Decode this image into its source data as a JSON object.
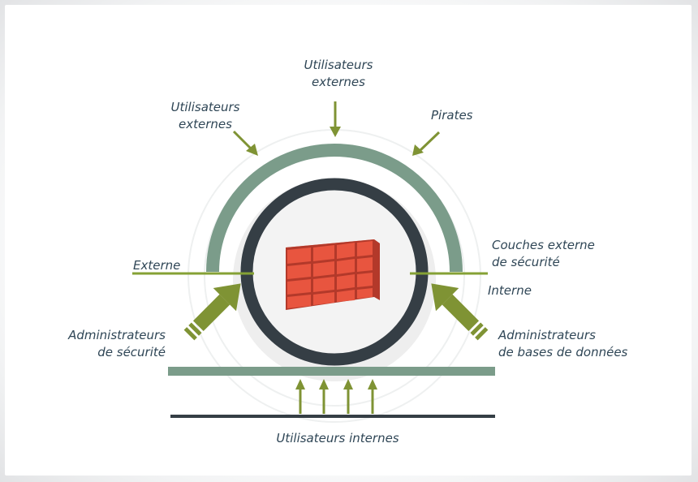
{
  "labels": {
    "ext_users_top": {
      "line1": "Utilisateurs",
      "line2": "externes"
    },
    "ext_users_left": {
      "line1": "Utilisateurs",
      "line2": "externes"
    },
    "pirates": "Pirates",
    "externe": "Externe",
    "couches_externe": {
      "line1": "Couches externe",
      "line2": "de sécurité"
    },
    "interne": "Interne",
    "admin_securite": {
      "line1": "Administrateurs",
      "line2": "de sécurité"
    },
    "admin_bdd": {
      "line1": "Administrateurs",
      "line2": "de bases de données"
    },
    "utilisateurs_internes": "Utilisateurs internes"
  },
  "colors": {
    "outer_ring": "#7b9c8a",
    "inner_ring": "#353e45",
    "arrow": "#7f9334",
    "line_green": "#85a135",
    "bar_bottom": "#353e45",
    "brick": "#e8553f",
    "brick_dark": "#b3392a",
    "text": "#2f4656"
  },
  "icons": {
    "center": "brick-wall-icon"
  }
}
